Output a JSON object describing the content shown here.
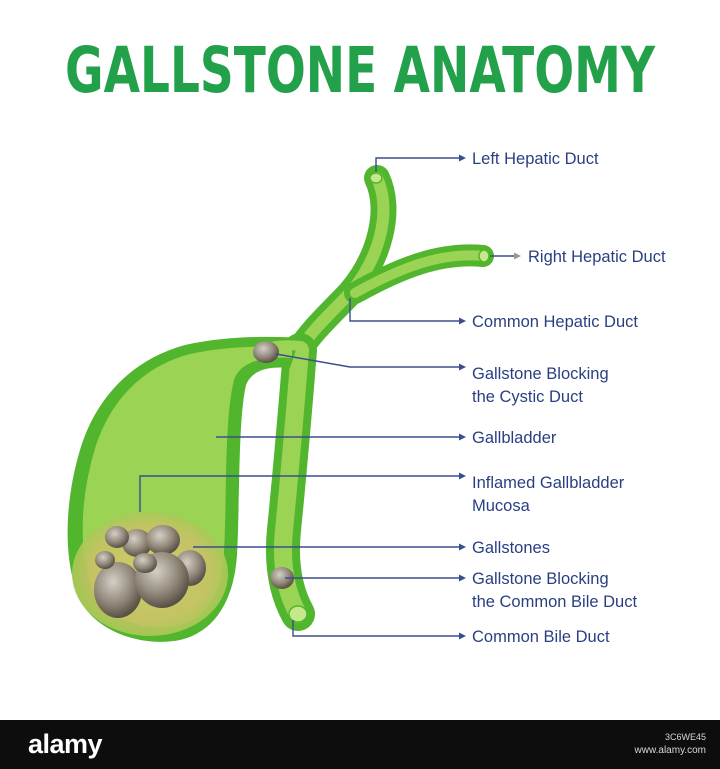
{
  "title": "GALLSTONE ANATOMY",
  "labels": {
    "left_hepatic_duct": "Left  Hepatic Duct",
    "right_hepatic_duct": "Right  Hepatic Duct",
    "common_hepatic_duct": "Common Hepatic Duct",
    "gallstone_cystic_line1": "Gallstone Blocking",
    "gallstone_cystic_line2": "the Cystic Duct",
    "gallbladder": "Gallbladder",
    "inflamed_line1": "Inflamed Gallbladder",
    "inflamed_line2": "Mucosa",
    "gallstones": "Gallstones",
    "gallstone_common_line1": "Gallstone Blocking",
    "gallstone_common_line2": "the Common Bile Duct",
    "common_bile_duct": "Common Bile Duct"
  },
  "colors": {
    "title": "#22a14a",
    "organ_dark": "#52b52e",
    "organ_light": "#9bd455",
    "label": "#2a3f82",
    "stone": "#8d8374"
  },
  "footer": {
    "logo": "alamy",
    "image_id": "3C6WE45",
    "url": "www.alamy.com"
  }
}
